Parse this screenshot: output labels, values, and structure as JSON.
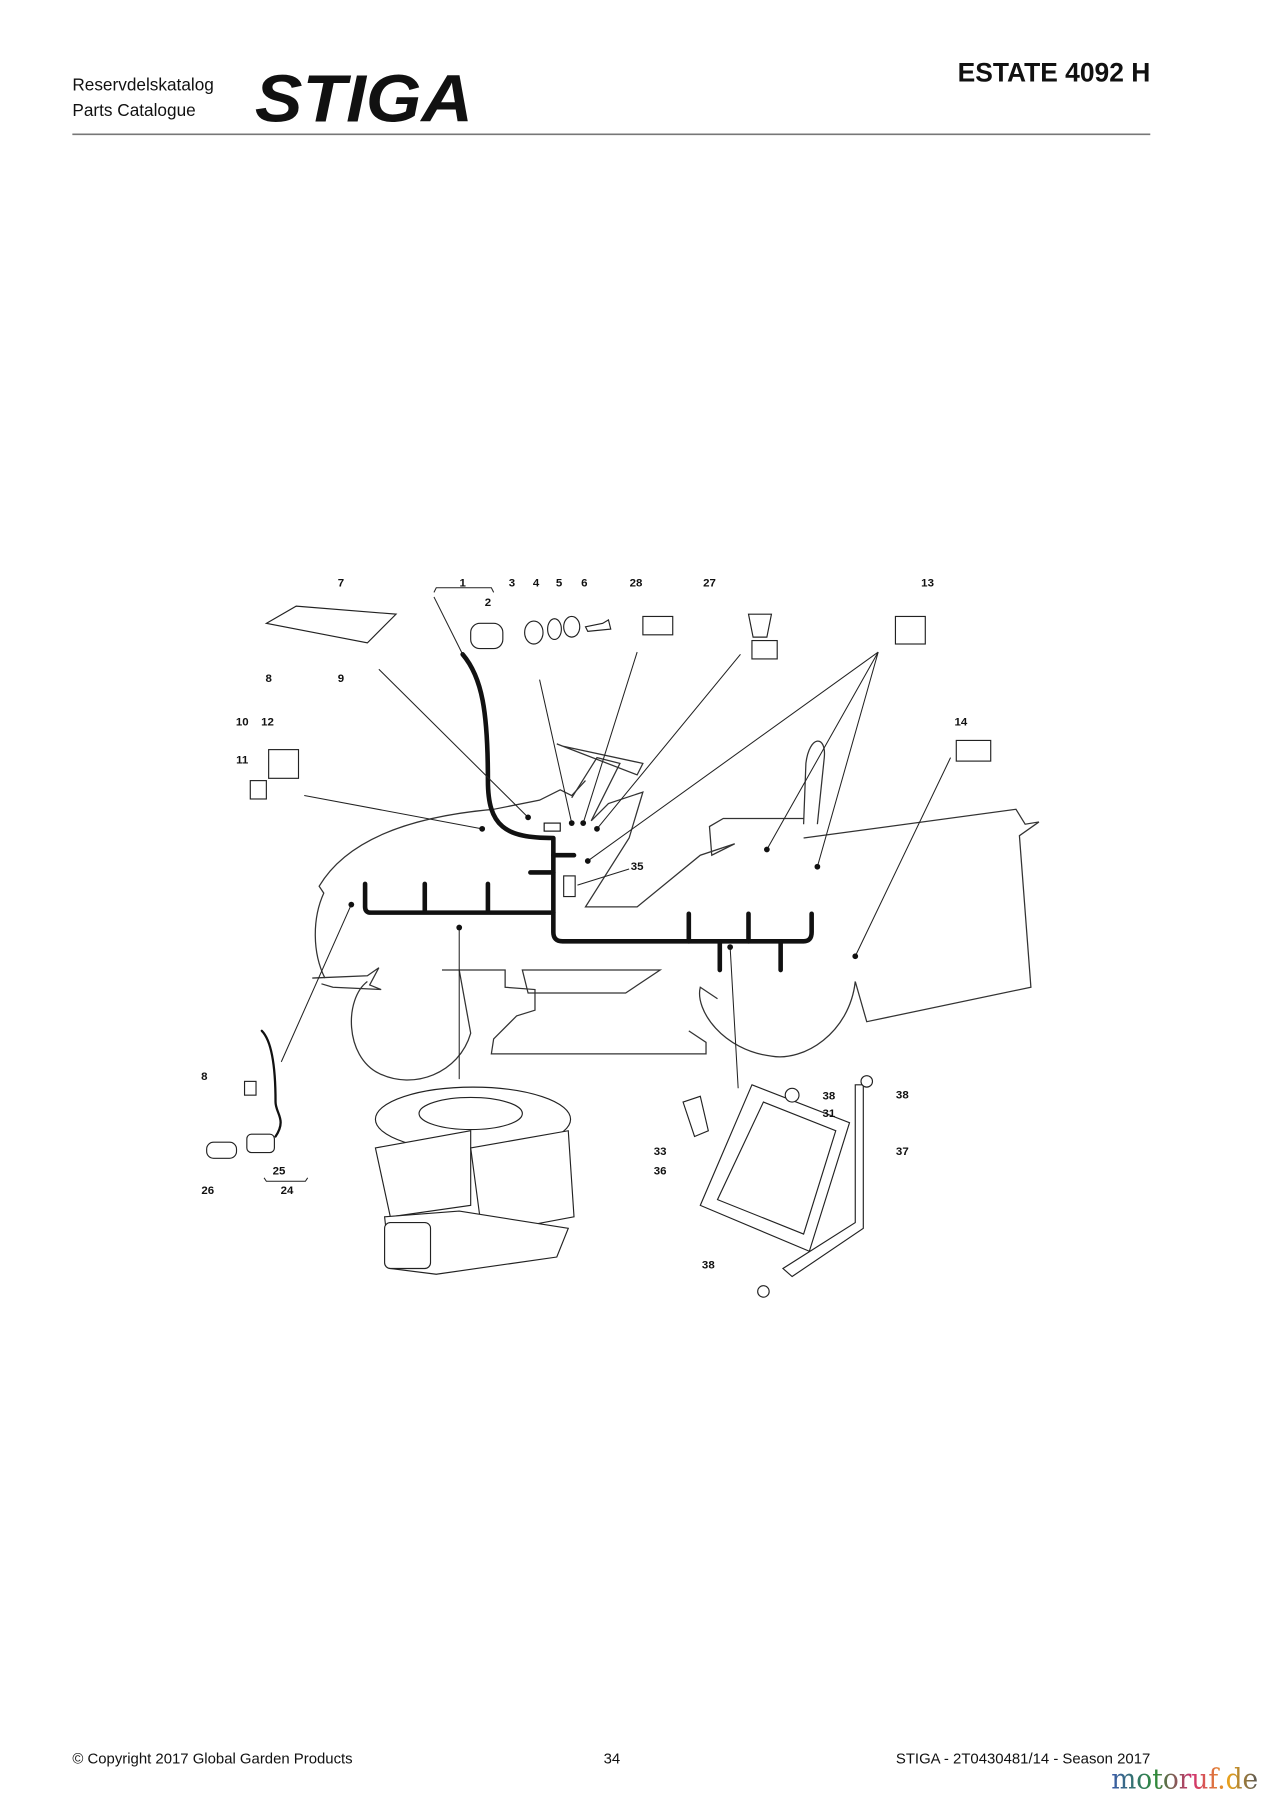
{
  "header": {
    "catalog_sv": "Reservdelskatalog",
    "catalog_en": "Parts Catalogue",
    "brand_logo": "STIGA",
    "model": "ESTATE 4092 H"
  },
  "diagram": {
    "callouts": [
      "7",
      "1",
      "2",
      "3",
      "4",
      "5",
      "6",
      "28",
      "27",
      "13",
      "8",
      "9",
      "10",
      "12",
      "11",
      "14",
      "35",
      "8",
      "25",
      "24",
      "26",
      "38",
      "38",
      "31",
      "33",
      "37",
      "36",
      "38"
    ]
  },
  "footer": {
    "copyright": "© Copyright 2017 Global Garden Products",
    "page_number": "34",
    "doc_ref": "STIGA - 2T0430481/14 - Season 2017",
    "watermark": "motoruf.de"
  }
}
